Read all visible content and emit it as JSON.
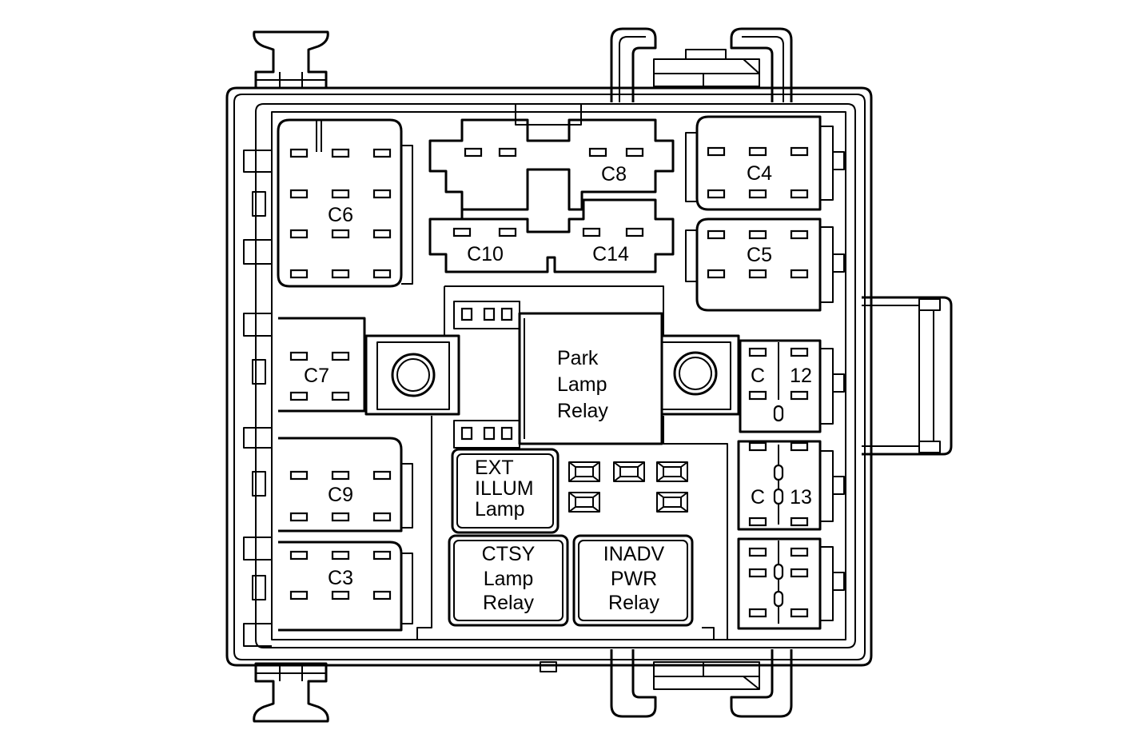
{
  "connectors": {
    "c6": "C6",
    "c8": "C8",
    "c4": "C4",
    "c10": "C10",
    "c14": "C14",
    "c5": "C5",
    "c7": "C7",
    "c12_prefix": "C",
    "c12_num": "12",
    "c9": "C9",
    "c13_prefix": "C",
    "c13_num": "13",
    "c3": "C3"
  },
  "relays": {
    "park_lamp": [
      "Park",
      "Lamp",
      "Relay"
    ],
    "ext_illum": [
      "EXT",
      "ILLUM",
      "Lamp"
    ],
    "ctsy_lamp": [
      "CTSY",
      "Lamp",
      "Relay"
    ],
    "inadv_pwr": [
      "INADV",
      "PWR",
      "Relay"
    ]
  }
}
